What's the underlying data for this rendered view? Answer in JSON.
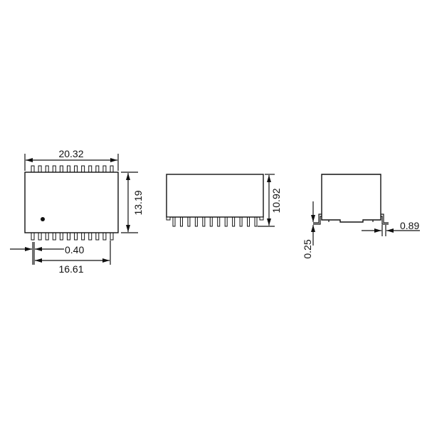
{
  "top_view": {
    "width_dim": "20.32",
    "height_dim": "13.19",
    "pitch_gap_dim": "0.40",
    "pin_span_dim": "16.61",
    "pins_per_side": 12
  },
  "side_view": {
    "height_dim": "10.92",
    "pins": 12
  },
  "end_view": {
    "standoff_dim": "0.25",
    "lead_width_dim": "0.89"
  },
  "colors": {
    "line": "#111111",
    "background": "#ffffff"
  }
}
